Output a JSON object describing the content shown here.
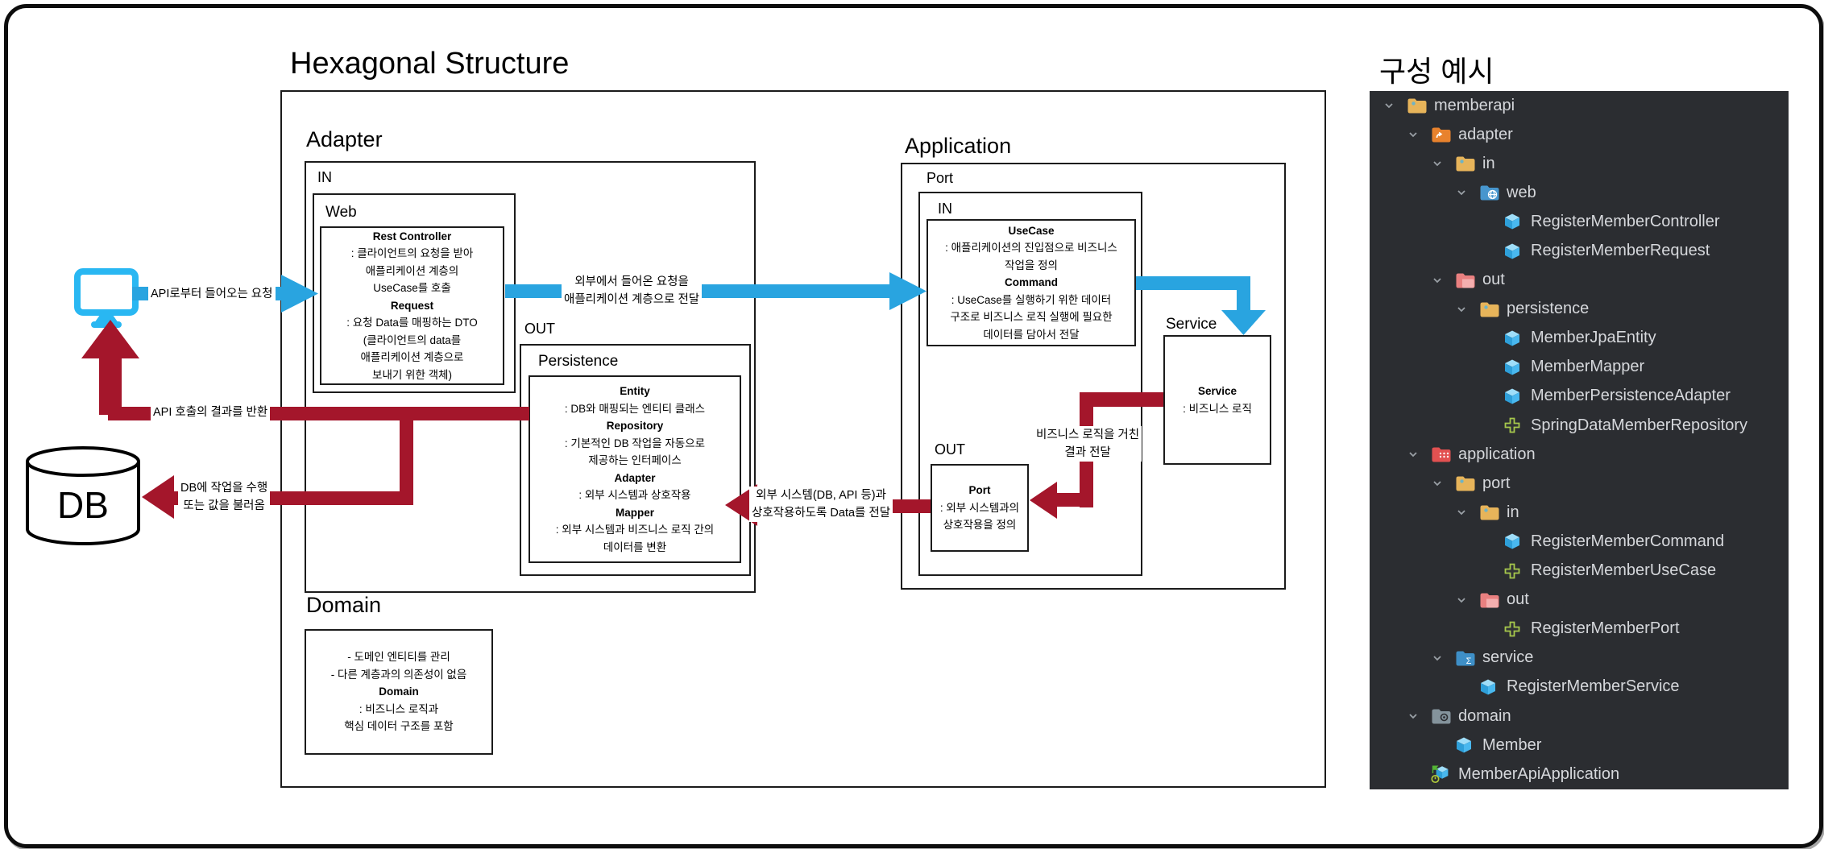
{
  "colors": {
    "arrow_blue": "#29A4E0",
    "arrow_red": "#A4162B",
    "monitor_blue": "#29B7F2",
    "panel_bg": "#2B2D31",
    "tree_text": "#D6D8DC",
    "folder_yellow": "#E7B45A",
    "folder_orange": "#E8822D",
    "folder_web": "#4796CE",
    "folder_rose": "#E98080",
    "folder_red": "#E25151",
    "folder_service": "#3E8FC7",
    "folder_domain": "#84939C",
    "class_blue": "#49B8EF",
    "interface_green": "#A6C84C"
  },
  "diagram": {
    "title": "Hexagonal Structure",
    "adapter": {
      "label": "Adapter",
      "in_label": "IN",
      "web_label": "Web",
      "web_lines": [
        [
          "Rest Controller",
          1
        ],
        [
          ": 클라이언트의 요청을 받아",
          0
        ],
        [
          "애플리케이션 계층의",
          0
        ],
        [
          "UseCase를 호출",
          0
        ],
        [
          "Request",
          1
        ],
        [
          ": 요청 Data를 매핑하는 DTO",
          0
        ],
        [
          "(클라이언트의 data를",
          0
        ],
        [
          "애플리케이션 계층으로",
          0
        ],
        [
          "보내기 위한 객체)",
          0
        ]
      ],
      "out_label": "OUT",
      "persistence_label": "Persistence",
      "persistence_lines": [
        [
          "Entity",
          1
        ],
        [
          ": DB와 매핑되는 엔티티  클래스",
          0
        ],
        [
          "Repository",
          1
        ],
        [
          ": 기본적인 DB 작업을 자동으로",
          0
        ],
        [
          "제공하는 인터페이스",
          0
        ],
        [
          "Adapter",
          1
        ],
        [
          ": 외부 시스템과 상호작용",
          0
        ],
        [
          "Mapper",
          1
        ],
        [
          ": 외부 시스템과 비즈니스 로직 간의",
          0
        ],
        [
          "데이터를 변환",
          0
        ]
      ]
    },
    "application": {
      "label": "Application",
      "port_label": "Port",
      "in_label": "IN",
      "usecase_lines": [
        [
          "UseCase",
          1
        ],
        [
          ": 애플리케이션의 진입점으로 비즈니스",
          0
        ],
        [
          "작업을 정의",
          0
        ],
        [
          "Command",
          1
        ],
        [
          ": UseCase를 실행하기 위한 데이터",
          0
        ],
        [
          "구조로 비즈니스 로직 실행에 필요한",
          0
        ],
        [
          "데이터를 담아서 전달",
          0
        ]
      ],
      "service_label": "Service",
      "service_lines": [
        [
          "Service",
          1
        ],
        [
          ": 비즈니스 로직",
          0
        ]
      ],
      "out_label": "OUT",
      "port_lines": [
        [
          "Port",
          1
        ],
        [
          ": 외부 시스템과의",
          0
        ],
        [
          "상호작용을 정의",
          0
        ]
      ]
    },
    "domain": {
      "label": "Domain",
      "lines": [
        [
          "- 도메인 엔티티를 관리",
          0
        ],
        [
          "- 다른 계층과의 의존성이 없음",
          0
        ],
        [
          "Domain",
          1
        ],
        [
          ": 비즈니스 로직과",
          0
        ],
        [
          "핵심 데이터 구조를 포함",
          0
        ]
      ]
    },
    "db_label": "DB",
    "arrows": {
      "api_in": "API로부터 들어오는 요청",
      "to_app_l1": "외부에서 들어온 요청을",
      "to_app_l2": "애플리케이션 계층으로 전달",
      "service_result_l1": "비즈니스 로직을 거친",
      "service_result_l2": "결과 전달",
      "to_persistence_l1": "외부 시스템(DB, API 등)과",
      "to_persistence_l2": "상호작용하도록 Data를 전달",
      "api_return": "API 호출의 결과를 반환",
      "db_op_l1": "DB에 작업을 수행",
      "db_op_l2": "또는 값을 불러옴"
    }
  },
  "tree": {
    "title": "구성 예시",
    "items": [
      {
        "label": "memberapi",
        "icon": "folder-yellow",
        "level": 0
      },
      {
        "label": "adapter",
        "icon": "folder-orange",
        "level": 1
      },
      {
        "label": "in",
        "icon": "folder-yellow",
        "level": 2
      },
      {
        "label": "web",
        "icon": "folder-web",
        "level": 3
      },
      {
        "label": "RegisterMemberController",
        "icon": "class",
        "level": 4,
        "file": true
      },
      {
        "label": "RegisterMemberRequest",
        "icon": "class",
        "level": 4,
        "file": true
      },
      {
        "label": "out",
        "icon": "folder-rose",
        "level": 2
      },
      {
        "label": "persistence",
        "icon": "folder-yellow",
        "level": 3
      },
      {
        "label": "MemberJpaEntity",
        "icon": "class",
        "level": 4,
        "file": true
      },
      {
        "label": "MemberMapper",
        "icon": "class",
        "level": 4,
        "file": true
      },
      {
        "label": "MemberPersistenceAdapter",
        "icon": "class",
        "level": 4,
        "file": true
      },
      {
        "label": "SpringDataMemberRepository",
        "icon": "interface",
        "level": 4,
        "file": true
      },
      {
        "label": "application",
        "icon": "folder-red",
        "level": 1
      },
      {
        "label": "port",
        "icon": "folder-yellow",
        "level": 2
      },
      {
        "label": "in",
        "icon": "folder-yellow",
        "level": 3
      },
      {
        "label": "RegisterMemberCommand",
        "icon": "class",
        "level": 4,
        "file": true
      },
      {
        "label": "RegisterMemberUseCase",
        "icon": "interface",
        "level": 4,
        "file": true
      },
      {
        "label": "out",
        "icon": "folder-rose",
        "level": 3
      },
      {
        "label": "RegisterMemberPort",
        "icon": "interface",
        "level": 4,
        "file": true
      },
      {
        "label": "service",
        "icon": "folder-service",
        "level": 2
      },
      {
        "label": "RegisterMemberService",
        "icon": "class",
        "level": 3,
        "file": true
      },
      {
        "label": "domain",
        "icon": "folder-domain",
        "level": 1
      },
      {
        "label": "Member",
        "icon": "class",
        "level": 2,
        "file": true
      },
      {
        "label": "MemberApiApplication",
        "icon": "boot",
        "level": 1,
        "file": true
      }
    ]
  }
}
